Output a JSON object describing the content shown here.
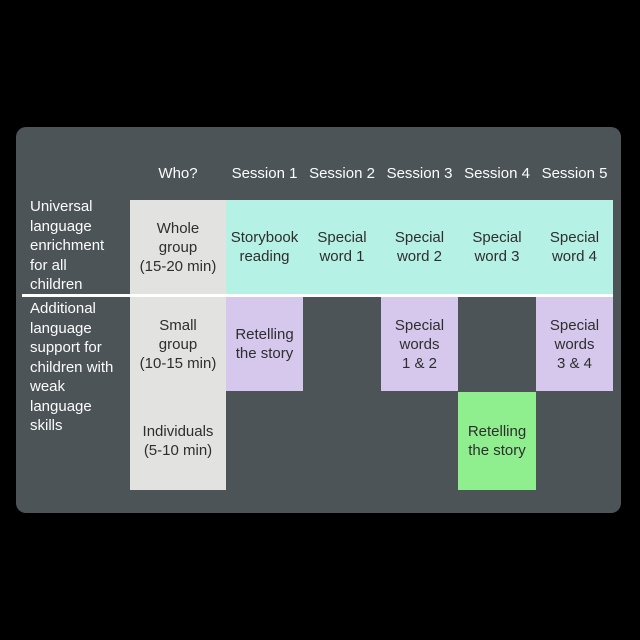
{
  "colors": {
    "page_background": "#000000",
    "card_background": "#4d5458",
    "mint_band": "#b5f1e4",
    "purple_cell": "#d5c8ec",
    "green_cell": "#8fee8e",
    "who_column": "#e2e2e1",
    "divider": "#ffffff",
    "header_text": "#fcfcfc",
    "cell_text": "#2e2e2e"
  },
  "header": {
    "who": "Who?",
    "sessions": [
      "Session 1",
      "Session 2",
      "Session 3",
      "Session 4",
      "Session 5"
    ]
  },
  "sections": [
    {
      "label": "Universal\nlanguage\nenrichment\nfor all\nchildren"
    },
    {
      "label": "Additional\nlanguage\nsupport for\nchildren with\nweak\nlanguage\nskills"
    }
  ],
  "who_groups": [
    {
      "text": "Whole\ngroup\n(15-20 min)"
    },
    {
      "text": "Small\ngroup\n(10-15 min)"
    },
    {
      "text": "Individuals\n(5-10 min)"
    }
  ],
  "universal_row": {
    "session1": "Storybook\nreading",
    "session2": "Special\nword 1",
    "session3": "Special\nword 2",
    "session4": "Special\nword 3",
    "session5": "Special\nword 4"
  },
  "small_group_row": {
    "session1": "Retelling\nthe story",
    "session3": "Special\nwords\n1 & 2",
    "session5": "Special\nwords\n3 & 4"
  },
  "individuals_row": {
    "session4": "Retelling\nthe story"
  }
}
